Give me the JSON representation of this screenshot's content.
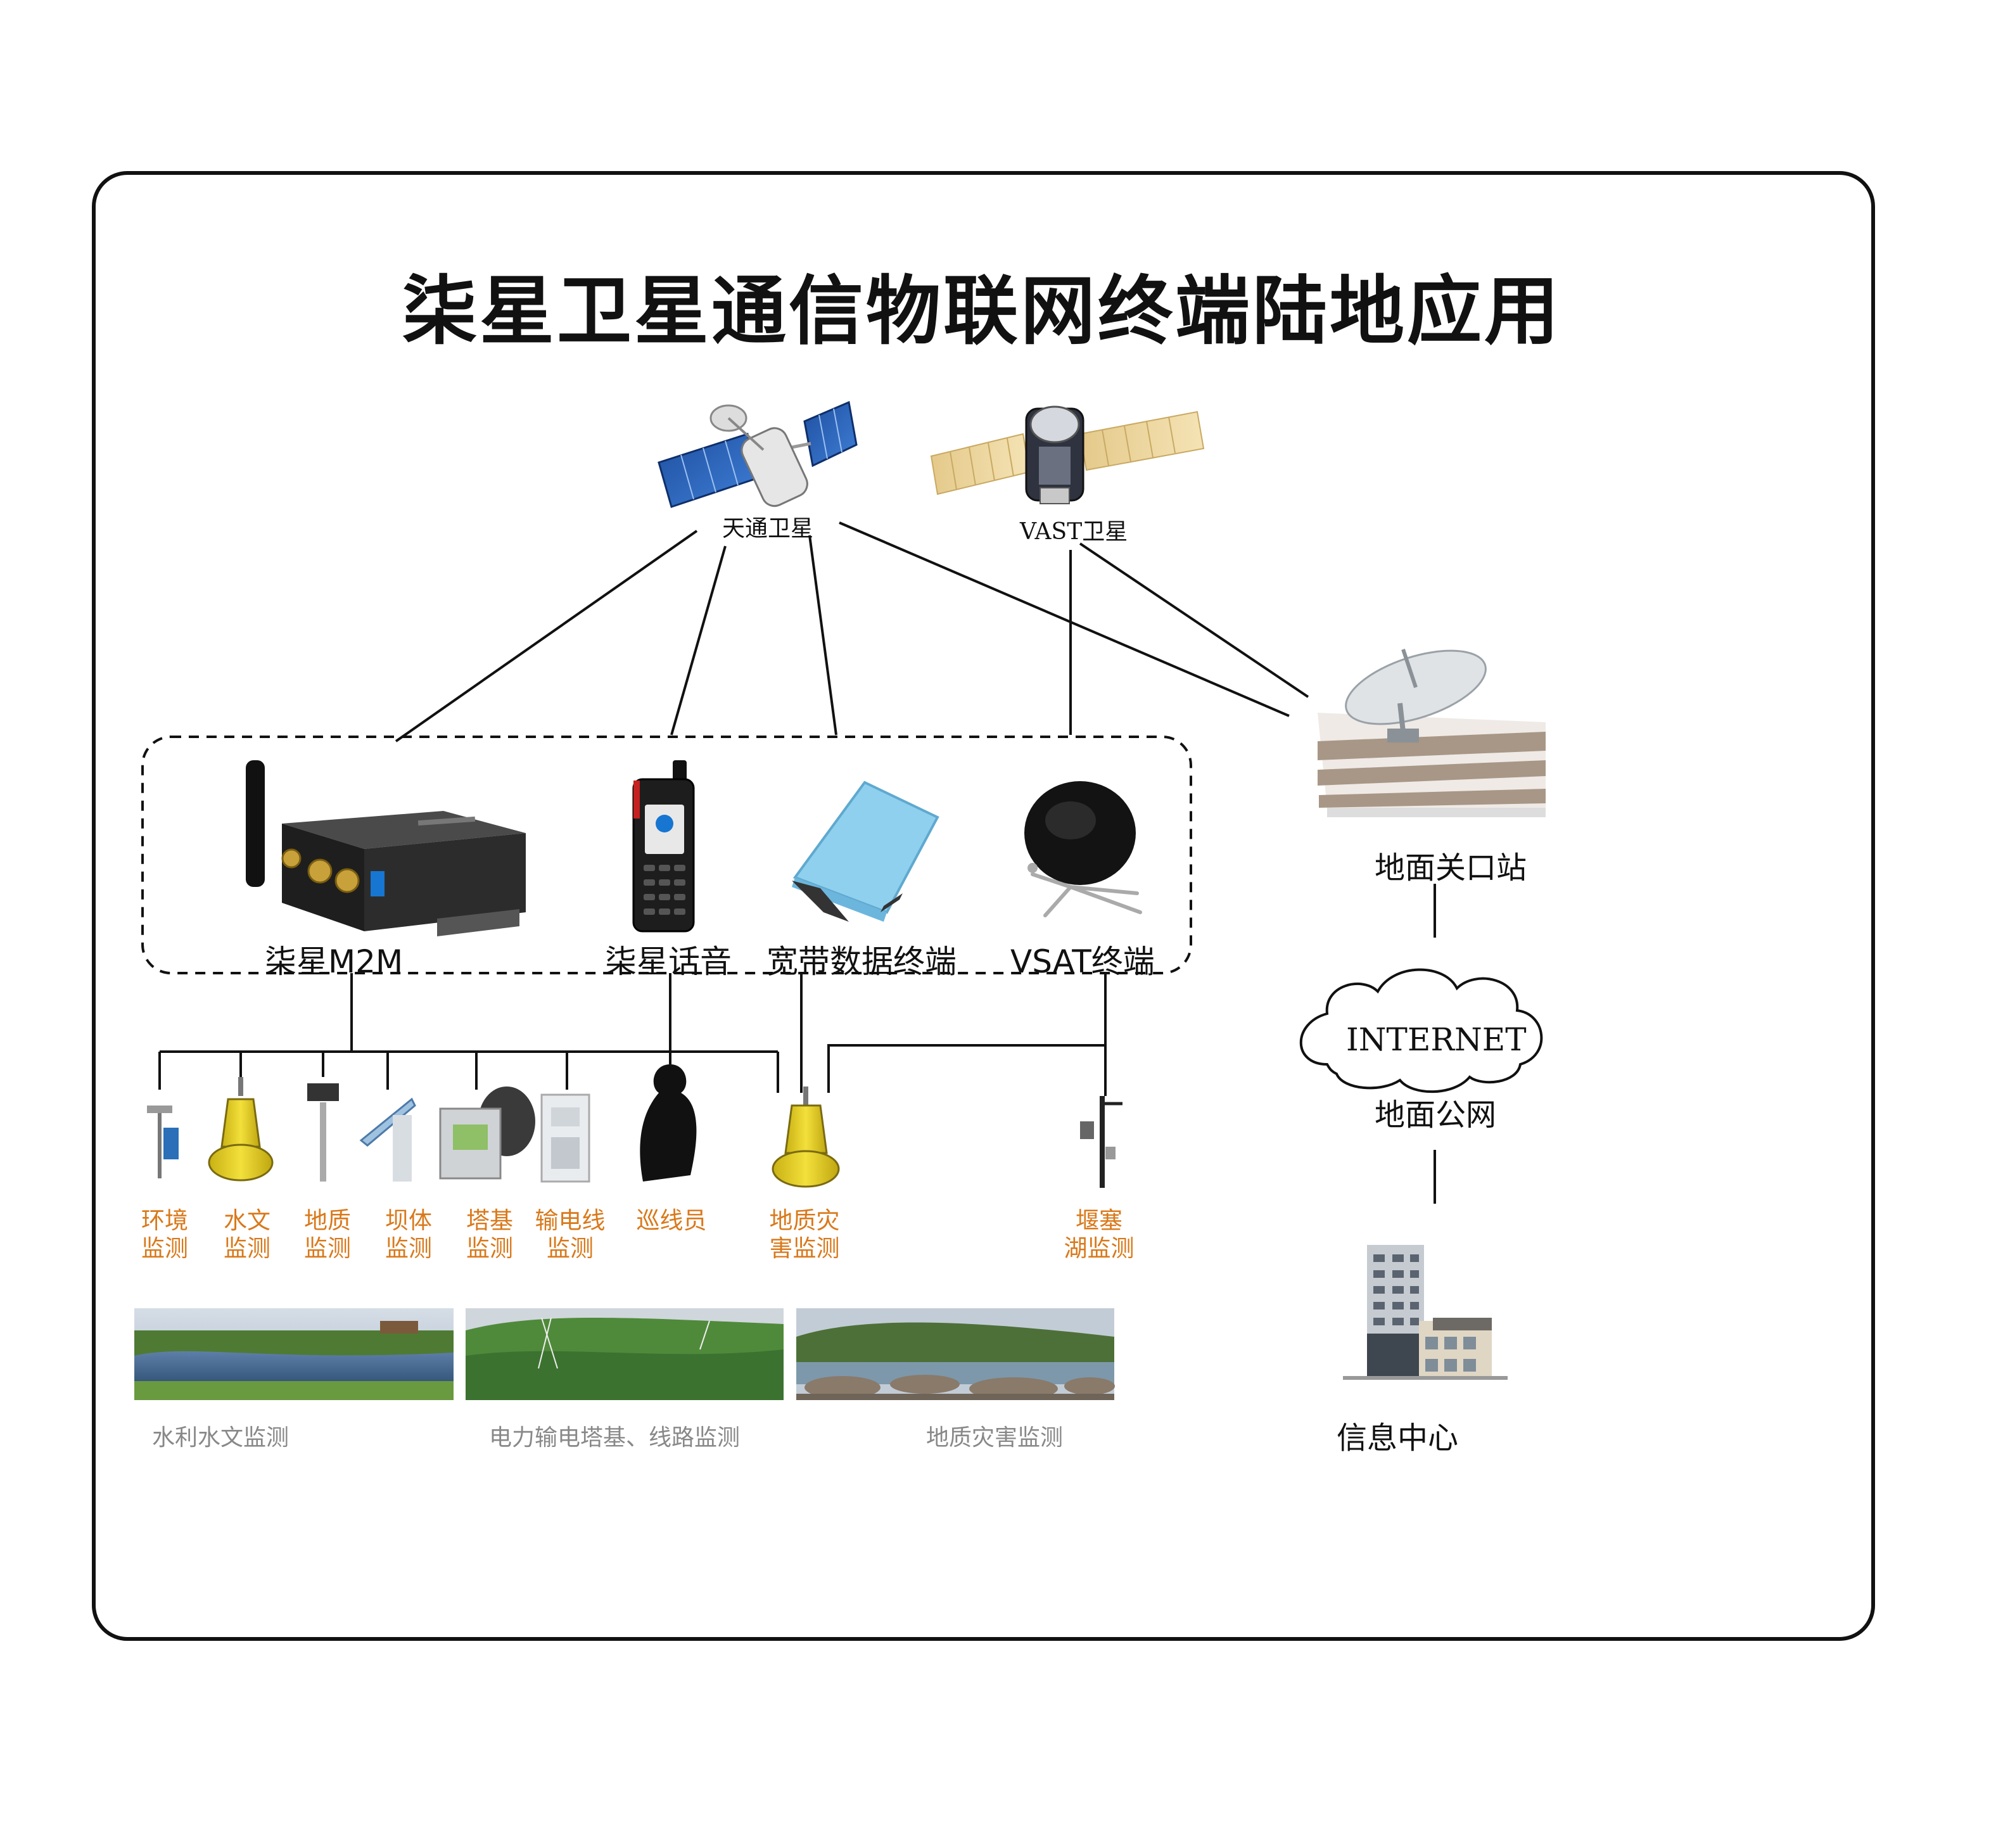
{
  "title": "柒星卫星通信物联网终端陆地应用",
  "satellites": {
    "tiantong": "天通卫星",
    "vast": "VAST卫星"
  },
  "terminals": {
    "m2m": "柒星M2M",
    "voice": "柒星话音",
    "broadband": "宽带数据终端",
    "vsat": "VSAT终端"
  },
  "ground": {
    "gateway": "地面关口站",
    "internet": "INTERNET",
    "public_net": "地面公网",
    "info_center": "信息中心"
  },
  "applications": [
    {
      "id": "env",
      "label": "环境\n监测"
    },
    {
      "id": "hydro",
      "label": "水文\n监测"
    },
    {
      "id": "geo",
      "label": "地质\n监测"
    },
    {
      "id": "dam",
      "label": "坝体\n监测"
    },
    {
      "id": "tower",
      "label": "塔基\n监测"
    },
    {
      "id": "line",
      "label": "输电线\n监测"
    },
    {
      "id": "patrol",
      "label": "巡线员"
    },
    {
      "id": "disaster",
      "label": "地质灾\n害监测"
    },
    {
      "id": "lake",
      "label": "堰塞\n湖监测"
    }
  ],
  "photos": {
    "water": "水利水文监测",
    "power": "电力输电塔基、线路监测",
    "geohazard": "地质灾害监测"
  },
  "colors": {
    "orange": "#d9791b",
    "phone_blue": "#8fd0ee",
    "buoy_yellow": "#e5cf25",
    "sky": "#b9c7d6",
    "grass": "#5f8c3b"
  }
}
